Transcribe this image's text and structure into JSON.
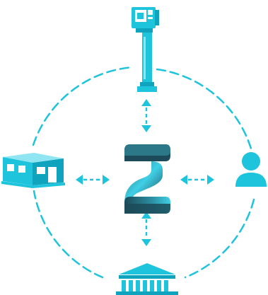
{
  "colors": {
    "accent": "#1ec3dc",
    "accent_dark": "#0fa3bd",
    "logo_dark": "#1c4a58",
    "logo_light": "#3fd0e6",
    "background": "#ffffff"
  },
  "diagram": {
    "center": {
      "icon": "z-logo-icon"
    },
    "nodes": [
      {
        "id": "top",
        "icon": "kiosk-terminal-icon"
      },
      {
        "id": "left",
        "icon": "building-icon"
      },
      {
        "id": "right",
        "icon": "user-icon"
      },
      {
        "id": "bottom",
        "icon": "bank-icon"
      }
    ],
    "connectors": [
      {
        "from": "center",
        "to": "top",
        "style": "dashed-double-arrow"
      },
      {
        "from": "center",
        "to": "left",
        "style": "dashed-double-arrow"
      },
      {
        "from": "center",
        "to": "right",
        "style": "dashed-double-arrow"
      },
      {
        "from": "center",
        "to": "bottom",
        "style": "dashed-double-arrow"
      }
    ],
    "ring": {
      "style": "dashed-circle"
    }
  }
}
